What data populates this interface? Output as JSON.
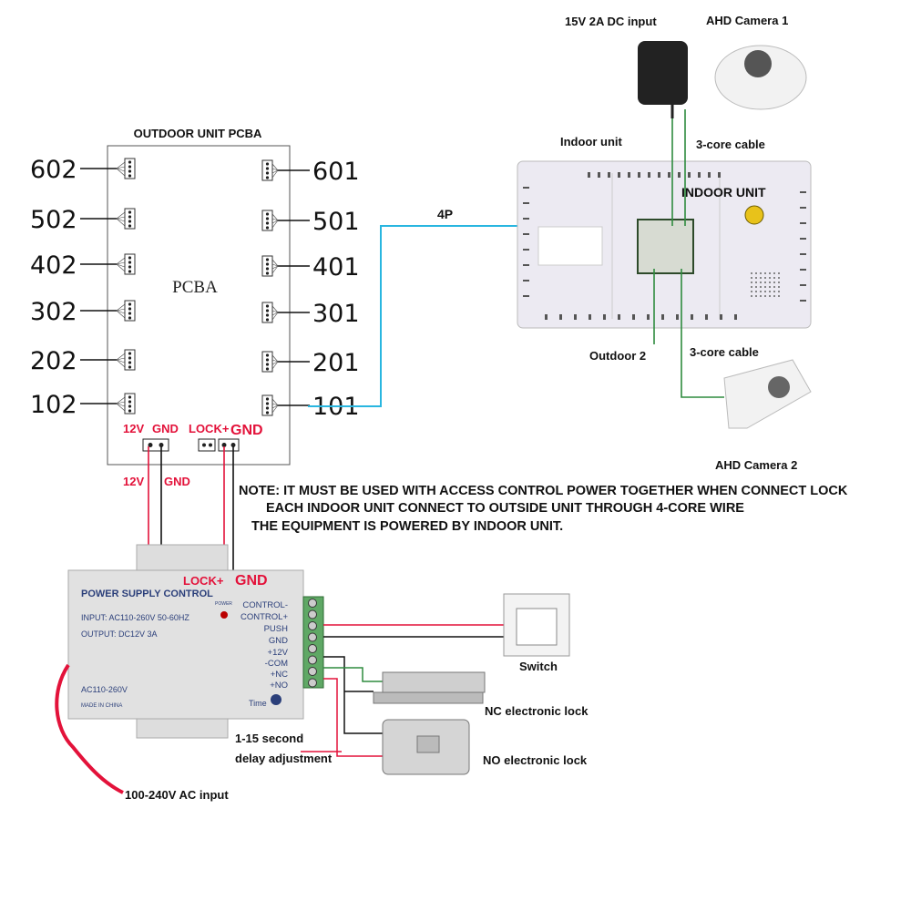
{
  "pcba": {
    "title": "OUTDOOR UNIT PCBA",
    "center_label": "PCBA",
    "left_ports": [
      "602",
      "502",
      "402",
      "302",
      "202",
      "102"
    ],
    "right_ports": [
      "601",
      "501",
      "401",
      "301",
      "201",
      "101"
    ],
    "bottom_labels": {
      "v12": "12V",
      "gnd1": "GND",
      "lock": "LOCK+",
      "gnd2": "GND"
    }
  },
  "wire_labels": {
    "v12": "12V",
    "gnd": "GND",
    "four_p": "4P"
  },
  "note": [
    "NOTE: IT MUST BE USED WITH ACCESS CONTROL POWER TOGETHER WHEN CONNECT LOCK",
    "EACH INDOOR UNIT CONNECT TO OUTSIDE UNIT THROUGH 4-CORE WIRE",
    "THE EQUIPMENT IS POWERED BY INDOOR UNIT."
  ],
  "indoor": {
    "caption": "Indoor unit",
    "panel_label": "INDOOR UNIT",
    "dc_input": "15V 2A DC  input",
    "camera1": "AHD Camera 1",
    "camera2": "AHD Camera 2",
    "cable1": "3-core cable",
    "cable2": "3-core cable",
    "outdoor2": "Outdoor 2"
  },
  "power_supply": {
    "title": "POWER SUPPLY CONTROL",
    "input": "INPUT: AC110-260V 50-60HZ",
    "output": "OUTPUT:  DC12V   3A",
    "ac": "AC110-260V",
    "made": "MADE IN CHINA",
    "power": "POWER",
    "time": "Time",
    "lock_label": "LOCK+",
    "gnd_label": "GND",
    "terminals": [
      "CONTROL-",
      "CONTROL+",
      "PUSH",
      "GND",
      "+12V",
      "-COM",
      "+NC",
      "+NO"
    ]
  },
  "devices": {
    "switch": "Switch",
    "nc_lock": "NC electronic lock",
    "no_lock": "NO electronic lock",
    "delay1": "1-15 second",
    "delay2": "delay adjustment",
    "ac_input": "100-240V AC input"
  },
  "colors": {
    "red": "#e3123a",
    "cyan": "#29b6e0",
    "green": "#2e8b3e",
    "black": "#111111"
  }
}
